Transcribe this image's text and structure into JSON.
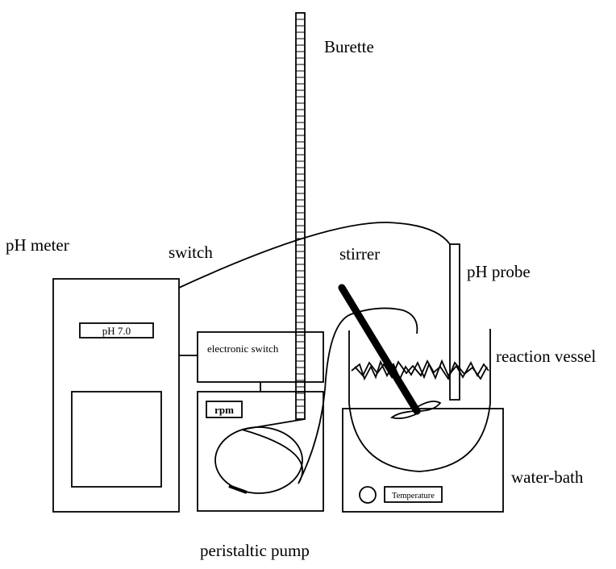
{
  "labels": {
    "burette": "Burette",
    "ph_meter": "pH meter",
    "switch": "switch",
    "stirrer": "stirrer",
    "ph_probe": "pH probe",
    "reaction_vessel": "reaction vessel",
    "water_bath": "water-bath",
    "peristaltic_pump": "peristaltic pump",
    "electronic_switch": "electronic switch",
    "ph_display": "pH 7.0",
    "rpm": "rpm",
    "temperature": "Temperature"
  },
  "colors": {
    "line": "#000000",
    "background": "#ffffff"
  }
}
